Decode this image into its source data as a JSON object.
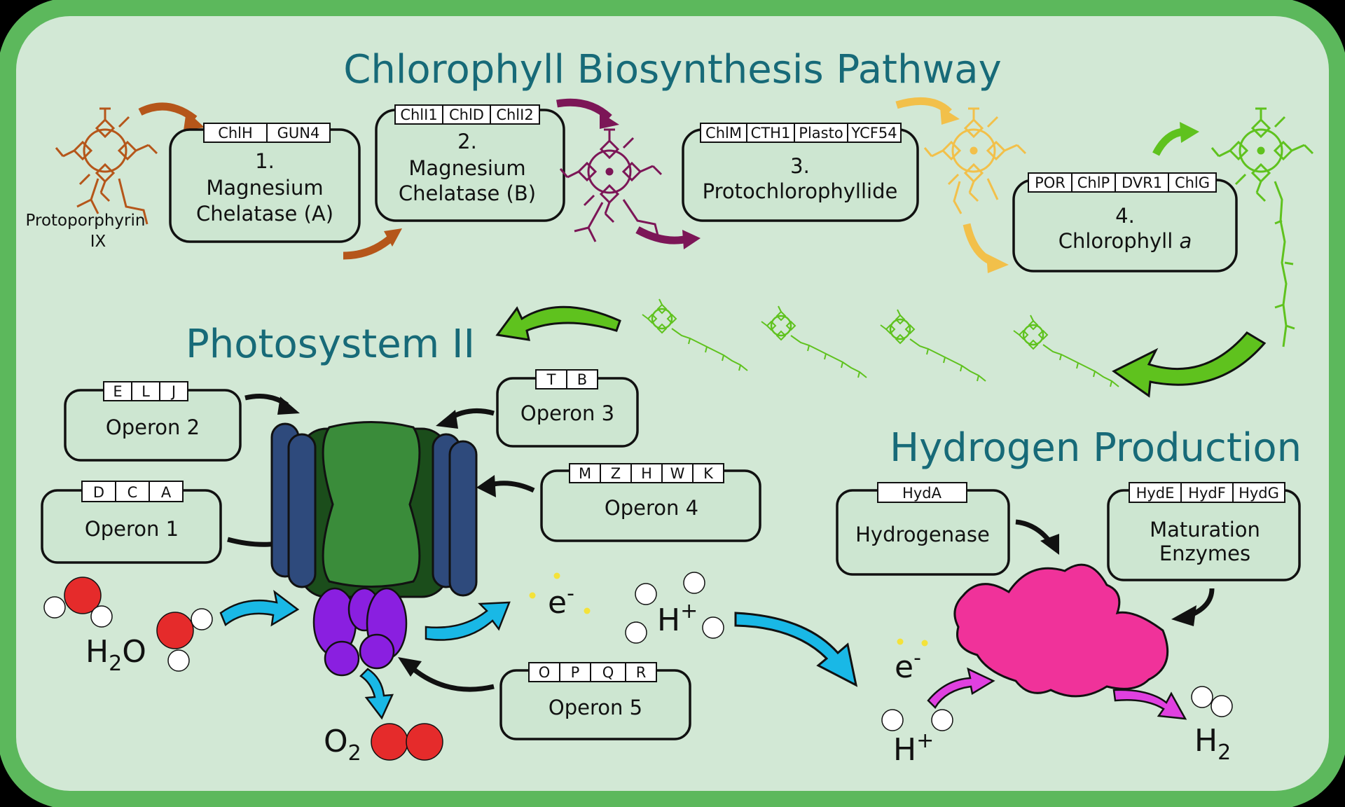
{
  "sections": {
    "chlorophyll_title": "Chlorophyll Biosynthesis Pathway",
    "psii_title": "Photosystem II",
    "hydrogen_title": "Hydrogen Production"
  },
  "precursor": {
    "line1": "Protoporphyrin",
    "line2": "IX"
  },
  "pathway_steps": [
    {
      "genes": [
        "ChlH",
        "GUN4"
      ],
      "lines": [
        "1.",
        "Magnesium",
        "Chelatase (A)"
      ]
    },
    {
      "genes": [
        "ChlI1",
        "ChlD",
        "ChlI2"
      ],
      "lines": [
        "2.",
        "Magnesium",
        "Chelatase (B)"
      ]
    },
    {
      "genes": [
        "ChlM",
        "CTH1",
        "Plasto",
        "YCF54"
      ],
      "lines": [
        "3.",
        "Protochlorophyllide"
      ]
    },
    {
      "genes": [
        "POR",
        "ChlP",
        "DVR1",
        "ChlG"
      ],
      "lines": [
        "4.",
        "Chlorophyll",
        "a"
      ]
    }
  ],
  "operons": [
    {
      "name": "Operon 1",
      "genes": [
        "D",
        "C",
        "A"
      ]
    },
    {
      "name": "Operon 2",
      "genes": [
        "E",
        "L",
        "J"
      ]
    },
    {
      "name": "Operon 3",
      "genes": [
        "T",
        "B"
      ]
    },
    {
      "name": "Operon 4",
      "genes": [
        "M",
        "Z",
        "H",
        "W",
        "K"
      ]
    },
    {
      "name": "Operon 5",
      "genes": [
        "O",
        "P",
        "Q",
        "R"
      ]
    }
  ],
  "hydrogen": {
    "hydrogenase": {
      "gene": "HydA",
      "label": "Hydrogenase"
    },
    "maturation": {
      "genes": [
        "HydE",
        "HydF",
        "HydG"
      ],
      "line1": "Maturation",
      "line2": "Enzymes"
    }
  },
  "chemicals": {
    "water": {
      "main": "H",
      "sub": "2",
      "tail": "O"
    },
    "oxygen": {
      "main": "O",
      "sub": "2"
    },
    "electron": {
      "main": "e",
      "sup": "-"
    },
    "proton": {
      "main": "H",
      "sup": "+"
    },
    "hydrogen_gas": {
      "main": "H",
      "sub": "2"
    }
  },
  "colors": {
    "frame": "#5cb85c",
    "background": "#d2e8d5",
    "title": "#176a78",
    "chlorophyll_green": "#5fc21e",
    "protoporphyrin": "#b5561a",
    "mg_proto": "#7c1657",
    "protochlorophyllide": "#f2c04a",
    "psii_blue": "#2e4a7c",
    "psii_green": "#3a8c3a",
    "psii_dark": "#1b4d1b",
    "oec_purple": "#8a1fe0",
    "hydrogenase_pink": "#f0329a",
    "cyan_arrow": "#19b8e6",
    "magenta_arrow": "#e040e0",
    "oxygen_red": "#e52b2b"
  }
}
